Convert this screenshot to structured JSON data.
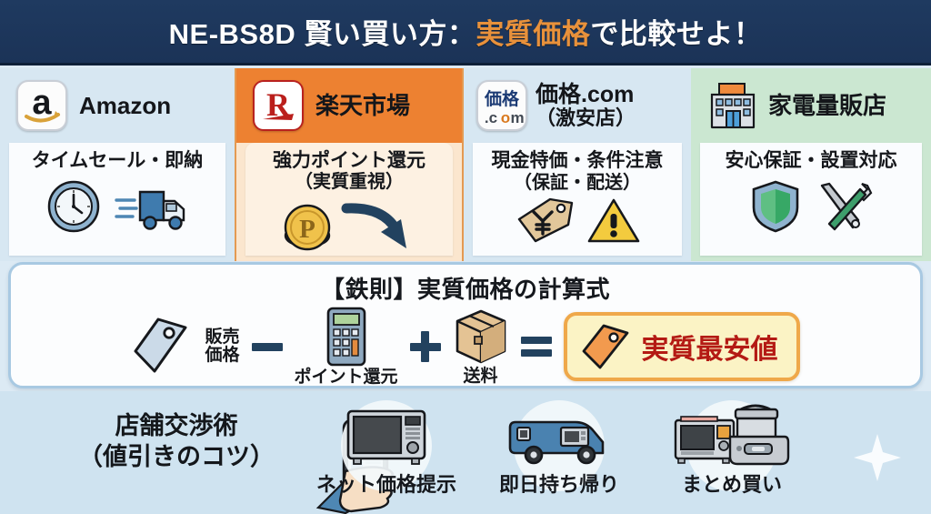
{
  "header": {
    "title_pre": "NE-BS8D 賢い買い方：",
    "title_highlight": "実質価格",
    "title_post": "で比較せよ！",
    "bg_color": "#1F3A60",
    "highlight_color": "#E8913B"
  },
  "stores": [
    {
      "name": "Amazon",
      "logo_icon": "amazon-logo-icon",
      "header_bg": "#D7E7F2",
      "feature": "タイムセール・即納",
      "feature_sub": "",
      "icons": [
        "clock-icon",
        "delivery-truck-icon"
      ]
    },
    {
      "name": "楽天市場",
      "logo_icon": "rakuten-logo-icon",
      "header_bg": "#ED8131",
      "feature": "強力ポイント還元",
      "feature_sub": "（実質重視）",
      "icons": [
        "point-coin-icon",
        "curved-arrow-icon"
      ]
    },
    {
      "name": "価格.com",
      "name_sub": "（激安店）",
      "logo_icon": "kakaku-com-logo-icon",
      "header_bg": "#D7E7F2",
      "feature": "現金特価・条件注意",
      "feature_sub": "（保証・配送）",
      "icons": [
        "price-tag-yen-icon",
        "warning-icon"
      ]
    },
    {
      "name": "家電量販店",
      "logo_icon": "store-building-icon",
      "header_bg": "#CBE7D1",
      "feature": "安心保証・設置対応",
      "feature_sub": "",
      "icons": [
        "shield-icon",
        "tools-icon"
      ]
    }
  ],
  "formula": {
    "title": "【鉄則】実質価格の計算式",
    "terms": [
      {
        "label": "販売",
        "label2": "価格",
        "icon": "price-tag-icon"
      },
      {
        "label": "ポイント還元",
        "icon": "calculator-icon"
      },
      {
        "label": "送料",
        "icon": "package-box-icon"
      }
    ],
    "operators": {
      "minus": "−",
      "plus": "＋",
      "equals": "＝"
    },
    "result_label": "実質最安値",
    "result_icon": "orange-price-tag-icon",
    "result_bg": "#FBF3C5",
    "result_border": "#EFA84A",
    "result_text_color": "#B41A14"
  },
  "footer": {
    "heading_line1": "店舗交渉術",
    "heading_line2": "（値引きのコツ）",
    "bg_color": "#CFE3F0",
    "tips": [
      {
        "label": "ネット価格提示",
        "icon": "microwave-icon"
      },
      {
        "label": "即日持ち帰り",
        "icon": "delivery-van-icon"
      },
      {
        "label": "まとめ買い",
        "icon": "appliance-bundle-icon"
      }
    ],
    "hand_phone_icon": "hand-holding-phone-icon",
    "sparkle_icon": "sparkle-icon"
  }
}
